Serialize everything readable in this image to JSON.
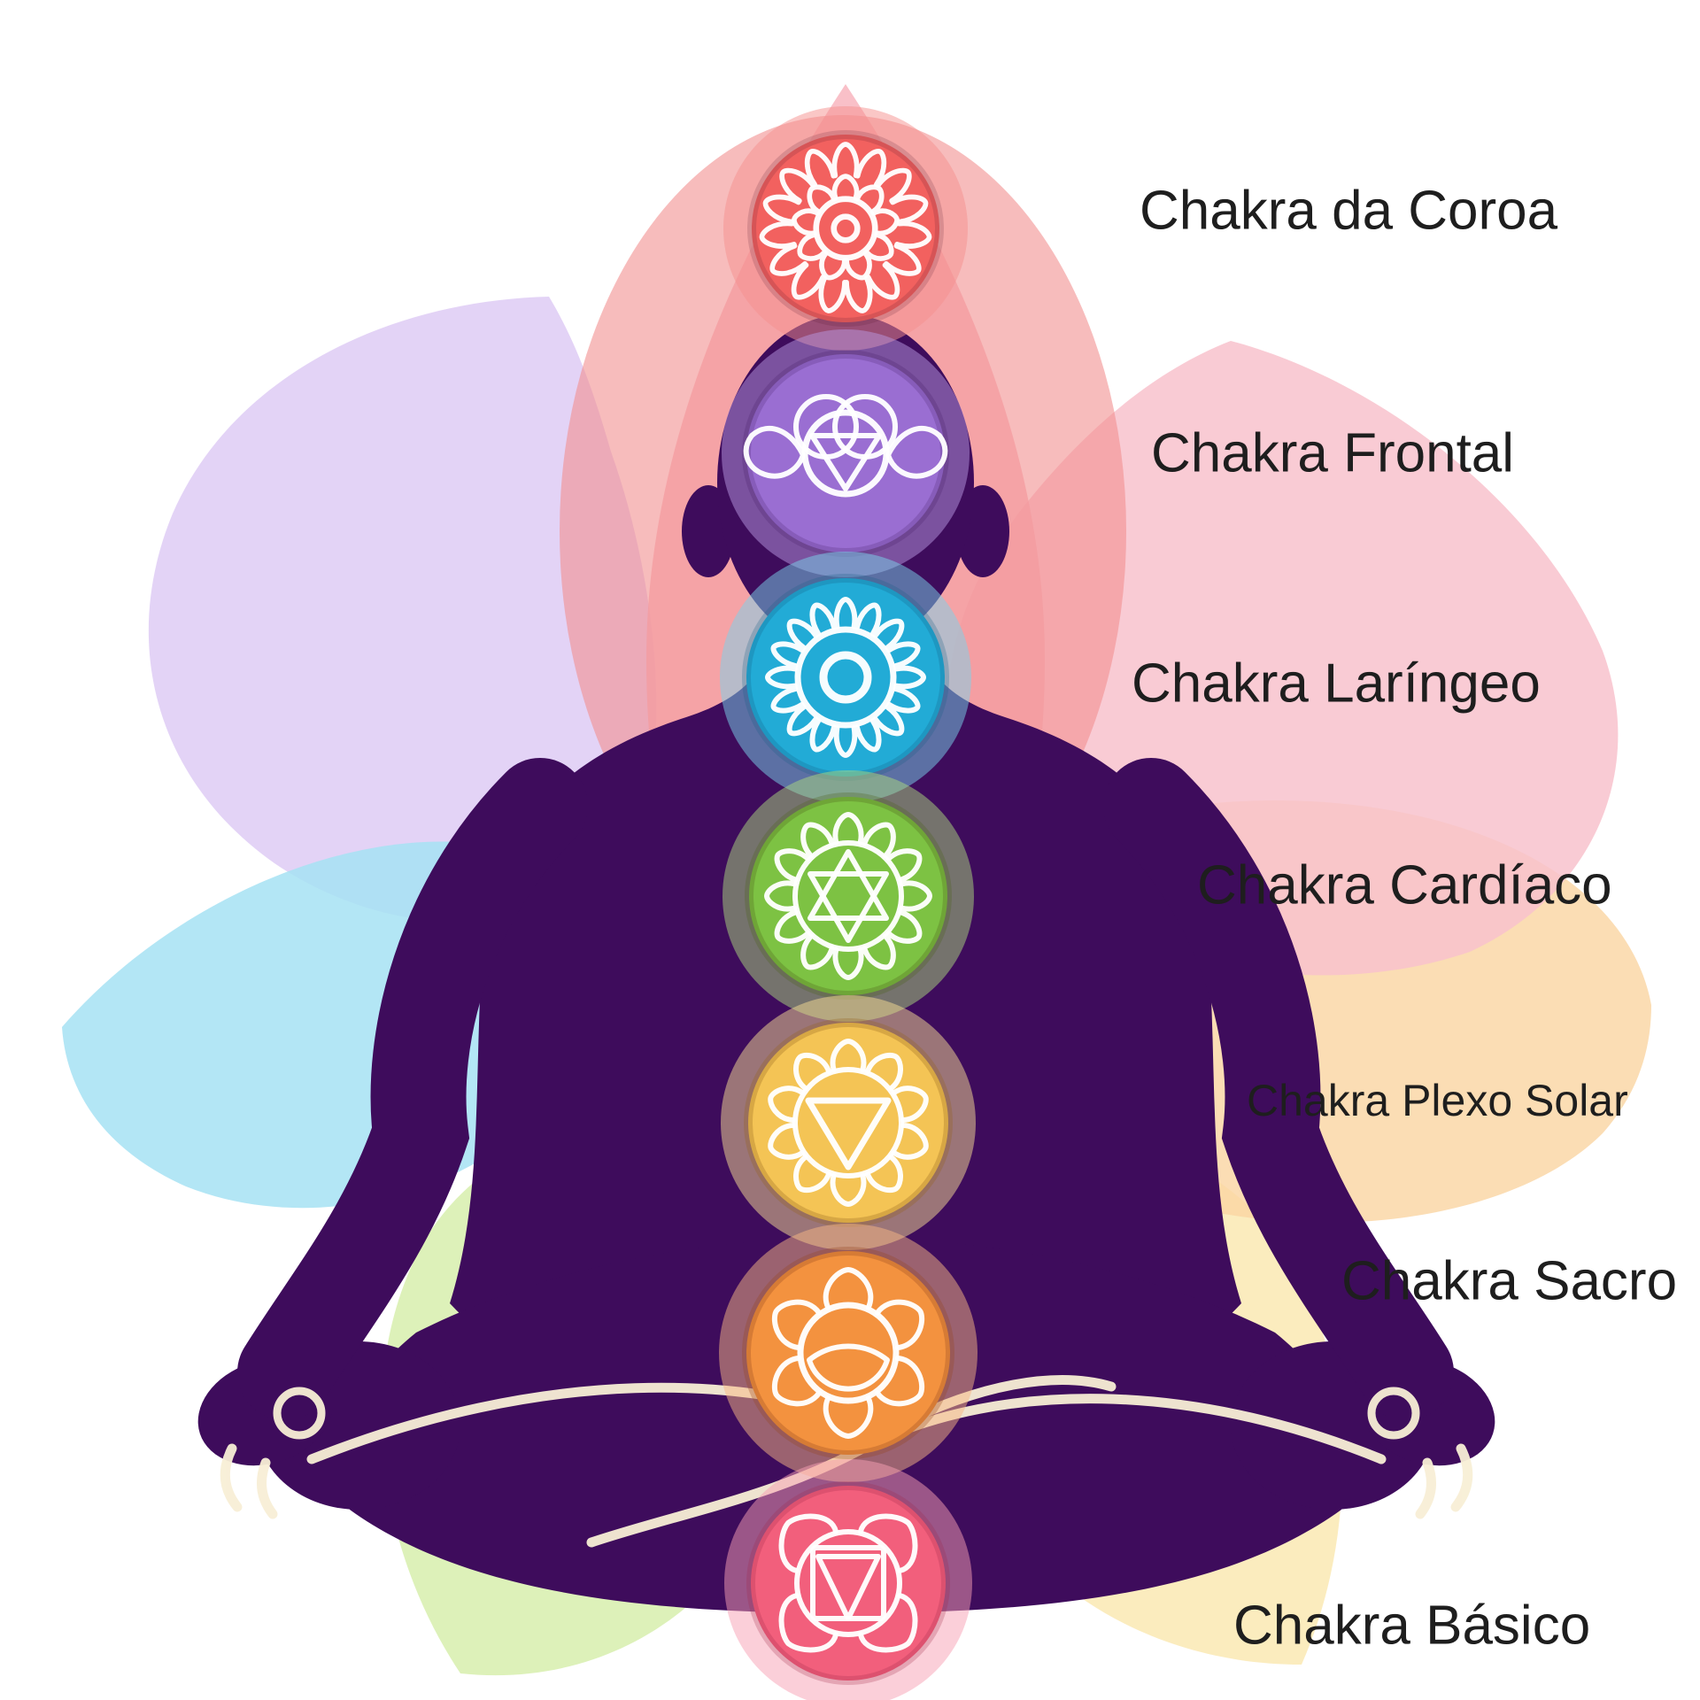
{
  "chakras": [
    {
      "name": "crown",
      "label": "Chakra da Coroa",
      "symbol": "sahasrara-icon",
      "color": "#f2615f",
      "glow_color": "#f58f8d"
    },
    {
      "name": "third-eye",
      "label": "Chakra Frontal",
      "symbol": "ajna-icon",
      "color": "#9a6ed2",
      "glow_color": "#b897e2"
    },
    {
      "name": "throat",
      "label": "Chakra Laríngeo",
      "symbol": "vishuddha-icon",
      "color": "#22abd6",
      "glow_color": "#79d4ec"
    },
    {
      "name": "heart",
      "label": "Chakra Cardíaco",
      "symbol": "anahata-icon",
      "color": "#7dc243",
      "glow_color": "#abd97e"
    },
    {
      "name": "solar-plexus",
      "label": "Chakra Plexo Solar",
      "symbol": "manipura-icon",
      "color": "#f4c455",
      "glow_color": "#f8dd94"
    },
    {
      "name": "sacral",
      "label": "Chakra Sacro",
      "symbol": "svadhisthana-icon",
      "color": "#f3923f",
      "glow_color": "#f7b783"
    },
    {
      "name": "root",
      "label": "Chakra Básico",
      "symbol": "muladhara-icon",
      "color": "#f25f7c",
      "glow_color": "#f79fb4"
    }
  ],
  "background_petals": [
    {
      "name": "lavender-upper-left",
      "color": "#dcc8f4"
    },
    {
      "name": "blue-left",
      "color": "#a6e2f3"
    },
    {
      "name": "green-lower-left",
      "color": "#d8efaf"
    },
    {
      "name": "yellow-lower-right",
      "color": "#fae9b5"
    },
    {
      "name": "peach-right",
      "color": "#fad5a4"
    },
    {
      "name": "pink-upper-right",
      "color": "#f8c2cd"
    },
    {
      "name": "pink-center",
      "color": "#f7aeb8"
    },
    {
      "name": "salmon-behind-head",
      "color": "#f2908f"
    }
  ],
  "figure": {
    "silhouette_color": "#3e0c5c",
    "outline_color": "#f8efd6"
  }
}
